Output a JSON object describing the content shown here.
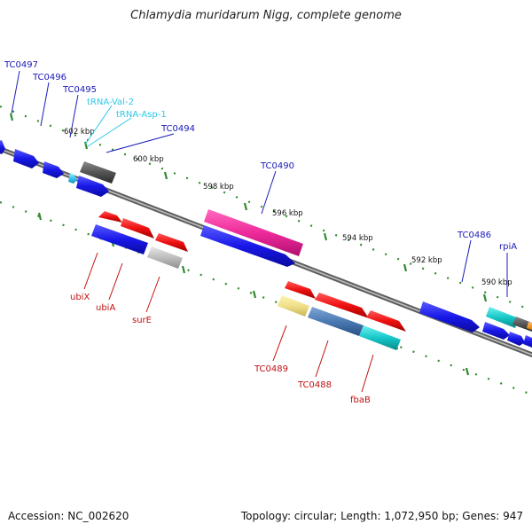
{
  "title": "Chlamydia muridarum Nigg, complete genome",
  "footer": {
    "accession": "Accession: NC_002620",
    "summary": "Topology: circular; Length: 1,072,950 bp; Genes: 947"
  },
  "colors": {
    "backbone": "#7a7a7a",
    "tick": "#2e8b2e",
    "blue_label": "#1a1ab8",
    "cyan_label": "#2ec8e8",
    "red_label": "#c01010",
    "kbp_label": "#111111"
  },
  "kbp_labels": [
    "602 kbp",
    "600 kbp",
    "598 kbp",
    "596 kbp",
    "594 kbp",
    "592 kbp",
    "590 kbp"
  ],
  "upper_labels": [
    "TC0497",
    "TC0496",
    "TC0495",
    "tRNA-Val-2",
    "tRNA-Asp-1",
    "TC0494",
    "TC0490",
    "TC0486",
    "rpiA"
  ],
  "lower_labels": [
    "ubiX",
    "ubiA",
    "surE",
    "TC0489",
    "TC0488",
    "fbaB"
  ]
}
